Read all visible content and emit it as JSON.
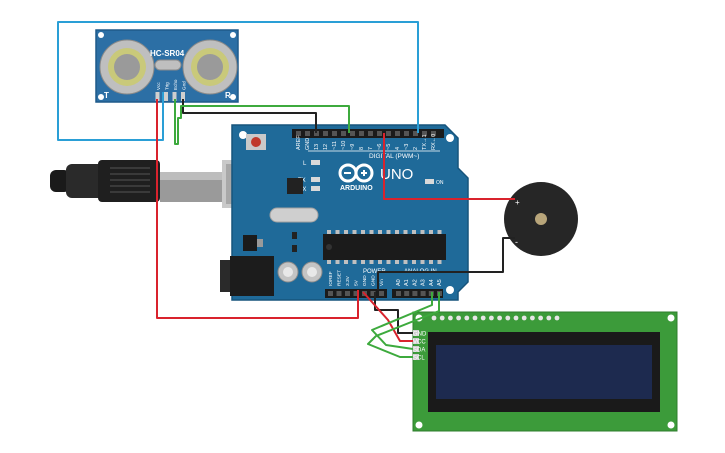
{
  "sensor": {
    "model": "HC-SR04",
    "left_mark": "T",
    "right_mark": "R",
    "pins": [
      "Vcc",
      "Trig",
      "Echo",
      "Gnd"
    ]
  },
  "arduino": {
    "brand": "ARDUINO",
    "model": "UNO",
    "on_label": "ON",
    "l_label": "L",
    "tx_label": "TX",
    "rx_label": "RX",
    "digital_label": "DIGITAL (PWM~)",
    "digital_pins": [
      "AREF",
      "GND",
      "13",
      "12",
      "~11",
      "~10",
      "~9",
      "8",
      "7",
      "~6",
      "~5",
      "4",
      "~3",
      "2",
      "TX→1",
      "RX←0"
    ],
    "power_label": "POWER",
    "analog_label": "ANALOG IN",
    "power_pins": [
      "IOREF",
      "RESET",
      "3.3V",
      "5V",
      "GND",
      "GND",
      "Vin"
    ],
    "analog_pins": [
      "A0",
      "A1",
      "A2",
      "A3",
      "A4",
      "A5"
    ]
  },
  "buzzer": {
    "plus_mark": "+",
    "minus_mark": "-"
  },
  "lcd": {
    "pins": [
      "GND",
      "VCC",
      "SDA",
      "SCL"
    ]
  },
  "colors": {
    "board": "#1f6a99",
    "sensor_board": "#2c6fa5",
    "wire_red": "#d9232d",
    "wire_green": "#3daa3d",
    "wire_black": "#222222",
    "wire_blue": "#2a9fd6",
    "lcd_board": "#3c9b3a",
    "lcd_screen": "#1d2a4f"
  }
}
